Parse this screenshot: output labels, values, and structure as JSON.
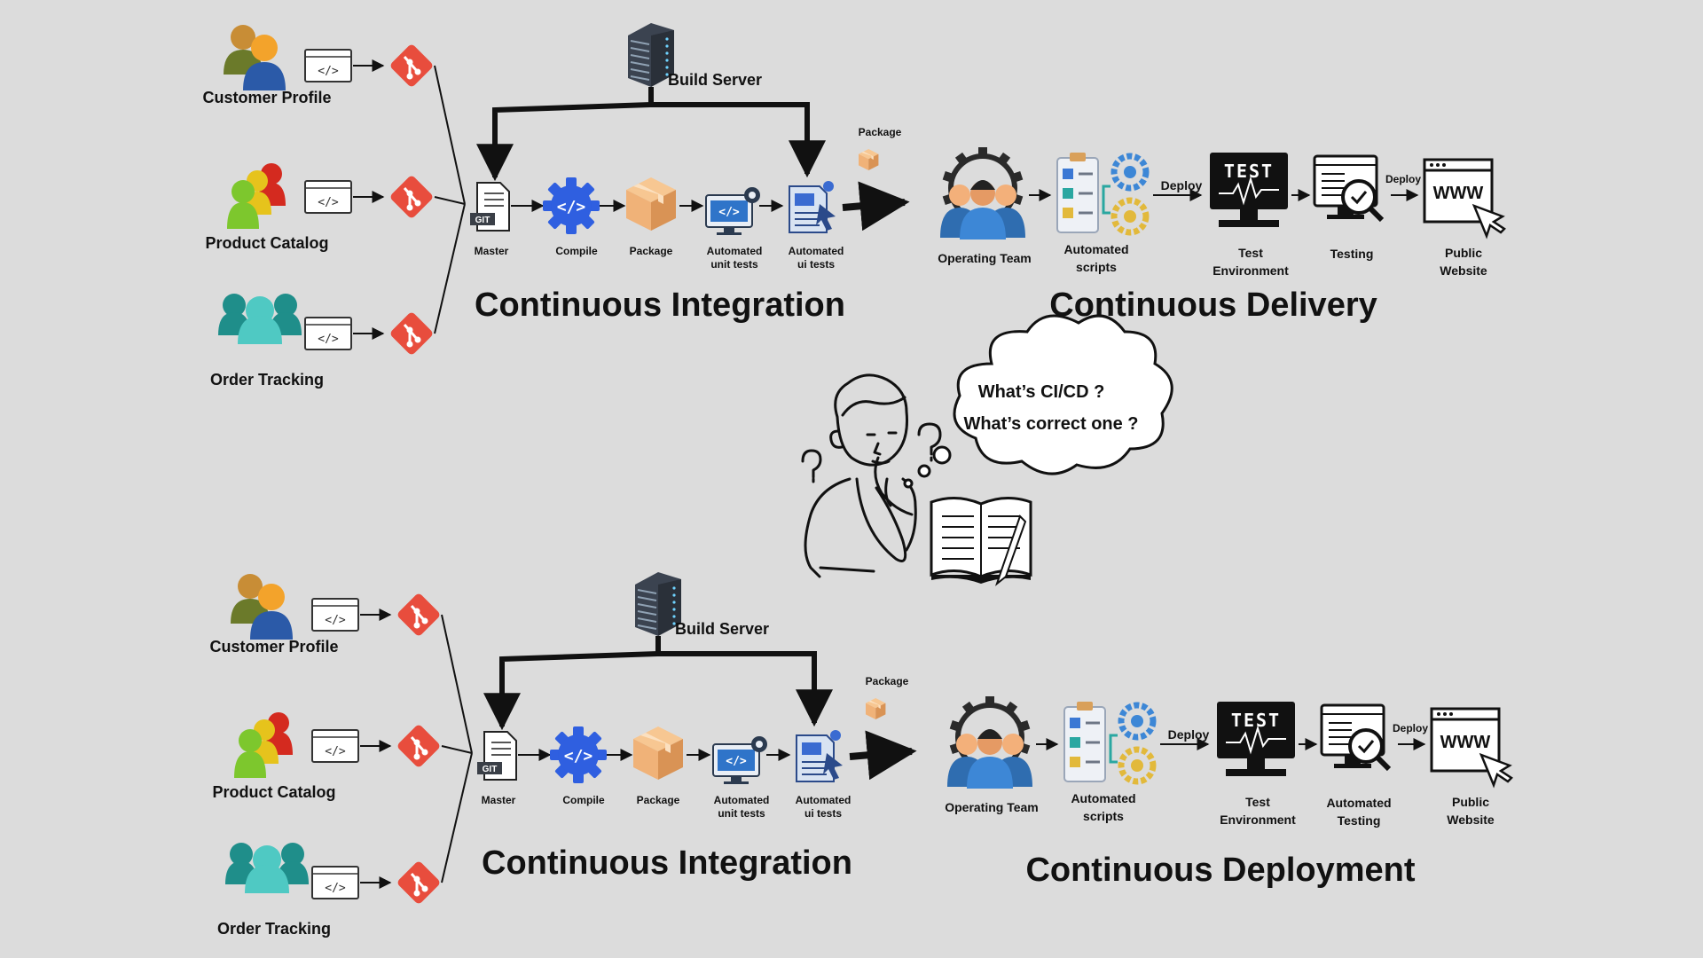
{
  "colors": {
    "background": "#dcdcdc",
    "git_red": "#e84d3d",
    "compile_blue": "#2f5fe0",
    "package_tan": "#f0b278",
    "teal": "#2aa7a1",
    "ink": "#111111"
  },
  "sections": [
    {
      "id": "delivery",
      "sources": [
        "Customer Profile",
        "Product Catalog",
        "Order Tracking"
      ],
      "build_server": "Build Server",
      "ci_steps": [
        {
          "line1": "Master",
          "line2": ""
        },
        {
          "line1": "Compile",
          "line2": ""
        },
        {
          "line1": "Package",
          "line2": ""
        },
        {
          "line1": "Automated",
          "line2": "unit tests"
        },
        {
          "line1": "Automated",
          "line2": "ui tests"
        }
      ],
      "package_label": "Package",
      "operating_team": "Operating Team",
      "automated_scripts": {
        "line1": "Automated",
        "line2": "scripts"
      },
      "deploy_label": "Deploy",
      "test_screen_text": "TEST",
      "test_env": {
        "line1": "Test",
        "line2": "Environment"
      },
      "testing": {
        "line1": "Testing",
        "line2": ""
      },
      "deploy_small": "Deploy",
      "www_text": "WWW",
      "public_site": {
        "line1": "Public",
        "line2": "Website"
      },
      "ci_title": "Continuous Integration",
      "cd_title": "Continuous  Delivery"
    },
    {
      "id": "deployment",
      "sources": [
        "Customer Profile",
        "Product Catalog",
        "Order Tracking"
      ],
      "build_server": "Build Server",
      "ci_steps": [
        {
          "line1": "Master",
          "line2": ""
        },
        {
          "line1": "Compile",
          "line2": ""
        },
        {
          "line1": "Package",
          "line2": ""
        },
        {
          "line1": "Automated",
          "line2": "unit tests"
        },
        {
          "line1": "Automated",
          "line2": "ui tests"
        }
      ],
      "package_label": "Package",
      "operating_team": "Operating Team",
      "automated_scripts": {
        "line1": "Automated",
        "line2": "scripts"
      },
      "deploy_label": "Deploy",
      "test_screen_text": "TEST",
      "test_env": {
        "line1": "Test",
        "line2": "Environment"
      },
      "testing": {
        "line1": "Automated",
        "line2": "Testing"
      },
      "deploy_small": "Deploy",
      "www_text": "WWW",
      "public_site": {
        "line1": "Public",
        "line2": "Website"
      },
      "ci_title": "Continuous Integration",
      "cd_title": "Continuous  Deployment"
    }
  ],
  "thought_bubble": {
    "line1": "What’s CI/CD ?",
    "line2": "What’s correct one ?"
  },
  "icons": {
    "users": "users-icon",
    "code_window": "code-window-icon",
    "git": "git-icon",
    "server": "server-rack-icon",
    "master": "git-document-icon",
    "compile": "code-gear-icon",
    "package": "package-box-icon",
    "unit_tests": "monitor-code-gear-icon",
    "ui_tests": "ui-test-document-icon",
    "operating_team": "team-gear-icon",
    "scripts": "checklist-gears-icon",
    "test_env": "test-monitor-icon",
    "testing": "monitor-magnifier-icon",
    "website": "browser-www-icon",
    "thinking_person": "thinking-person-icon",
    "book": "open-book-icon",
    "cloud": "thought-cloud-icon"
  }
}
